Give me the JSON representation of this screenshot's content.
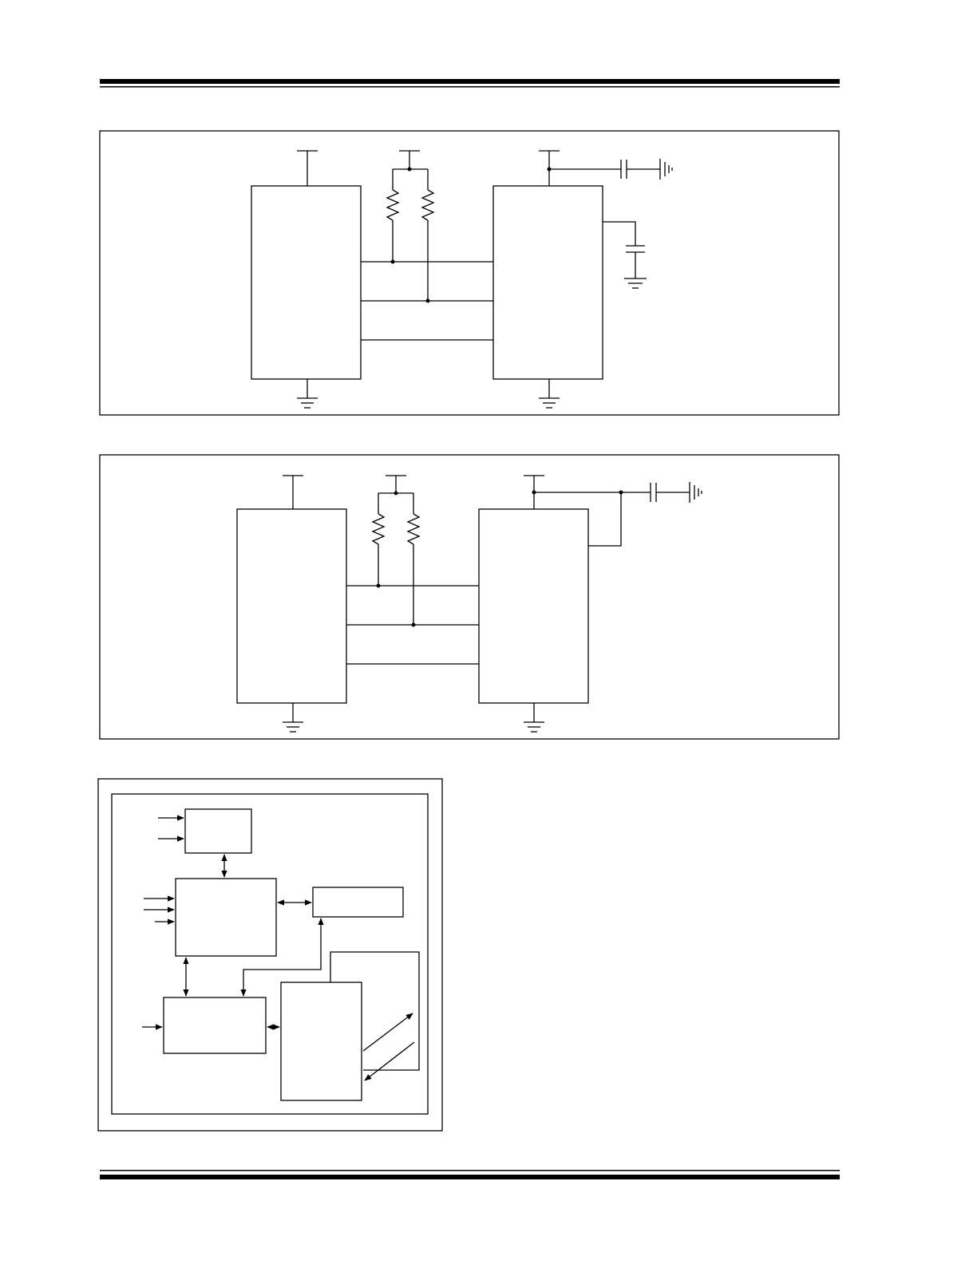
{
  "page": {
    "header_rule": "double-rule-top",
    "footer_rule": "double-rule-bottom"
  },
  "figures": [
    {
      "name": "typical-application-circuit-1",
      "components": [
        "vdd-rail",
        "host-ic-block",
        "pull-up-resistor-pair",
        "device-ic-block",
        "decoupling-capacitor",
        "external-capacitor",
        "ground-symbols"
      ],
      "connections": 3
    },
    {
      "name": "typical-application-circuit-2",
      "components": [
        "vdd-rail",
        "host-ic-block",
        "pull-up-resistor-pair",
        "device-ic-block",
        "decoupling-capacitor",
        "ground-symbols"
      ],
      "connections": 3
    },
    {
      "name": "functional-block-diagram",
      "blocks": 6
    }
  ],
  "colors": {
    "line": "#000000",
    "background": "#ffffff"
  }
}
